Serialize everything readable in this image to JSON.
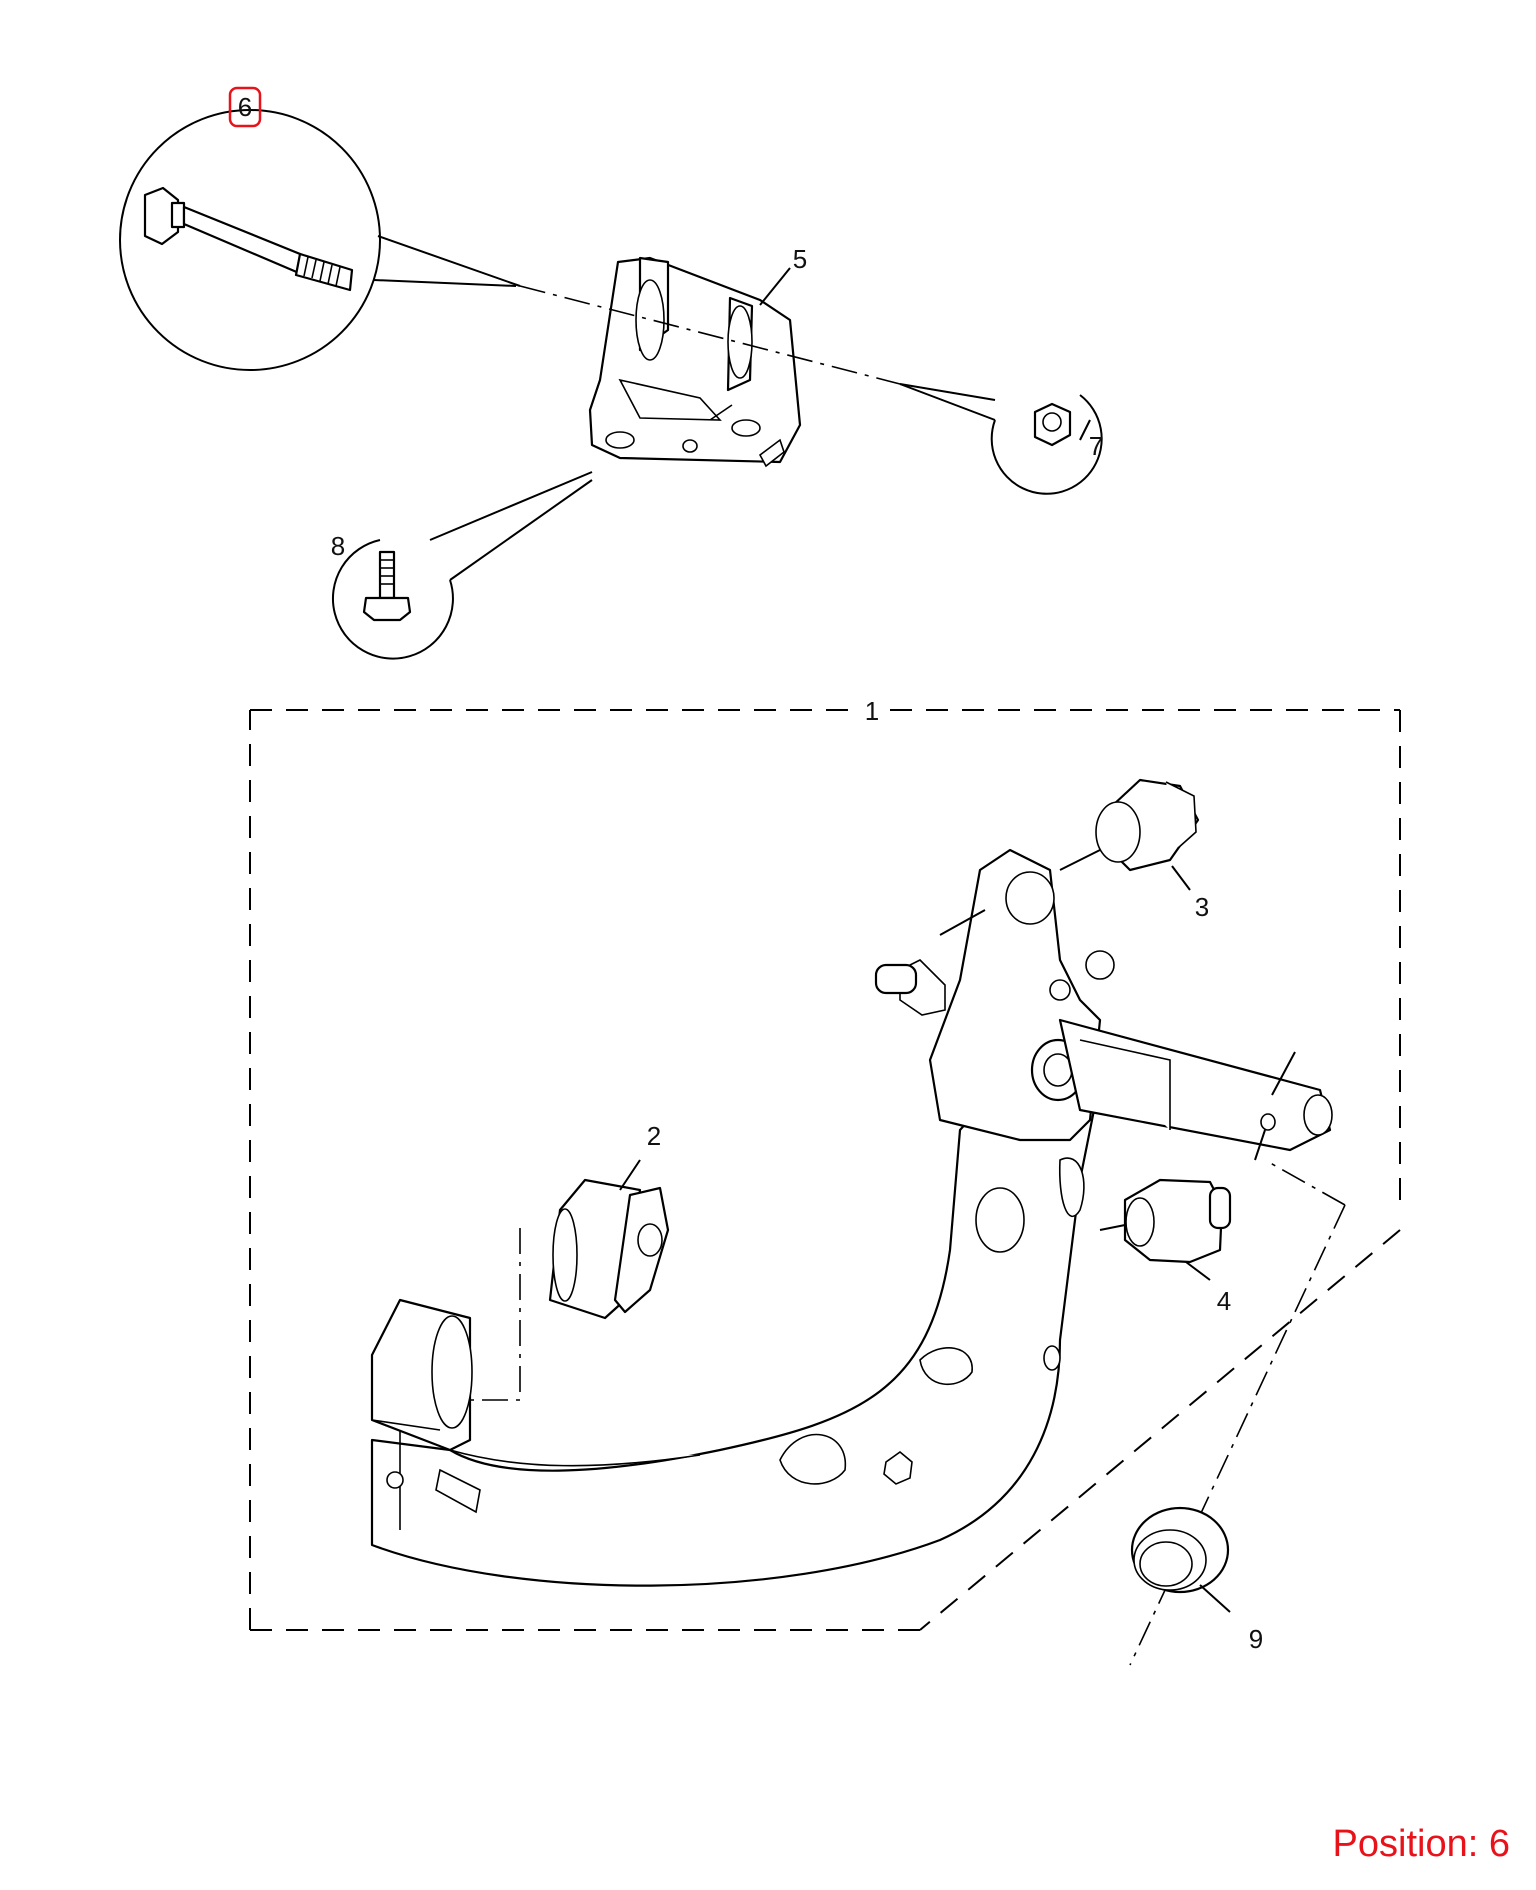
{
  "callouts": {
    "p1": "1",
    "p2": "2",
    "p3": "3",
    "p4": "4",
    "p5": "5",
    "p6": "6",
    "p7": "7",
    "p8": "8",
    "p9": "9"
  },
  "selected_callout": "6",
  "status": {
    "position_text": "Position: 6"
  },
  "colors": {
    "highlight": "#e8131a",
    "line": "#000000",
    "background": "#ffffff"
  }
}
